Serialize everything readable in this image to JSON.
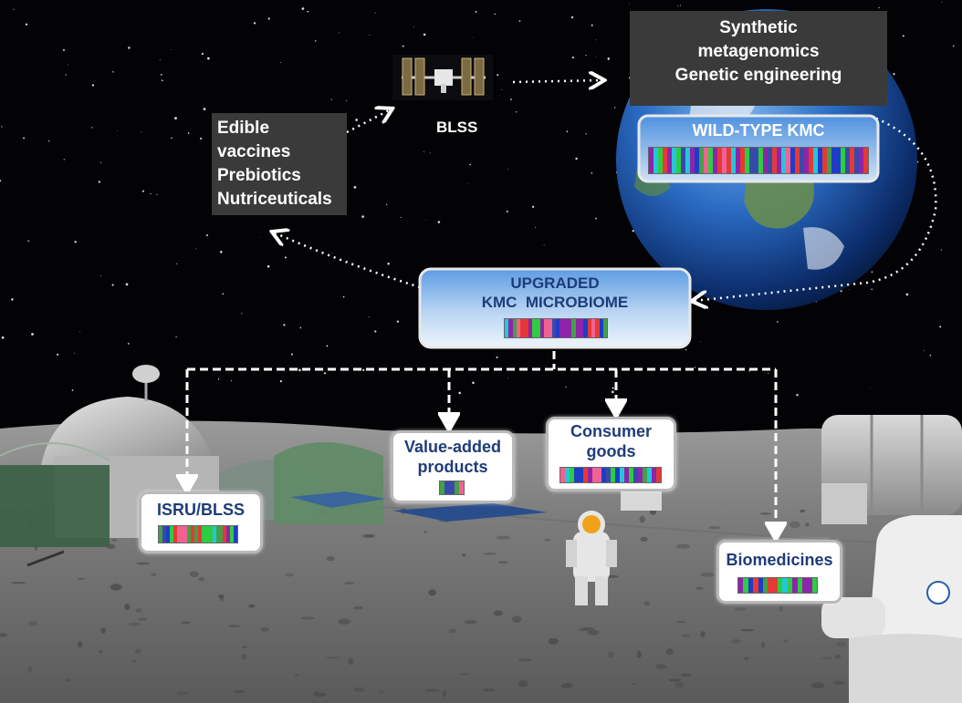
{
  "labels": {
    "bioproducts": [
      "Edible",
      "vaccines",
      "Prebiotics",
      "Nutriceuticals"
    ],
    "engineering": [
      "Synthetic",
      "metagenomics",
      "Genetic engineering"
    ],
    "blss_station": "BLSS",
    "wild_type": "WILD-TYPE KMC",
    "upgraded": [
      "UPGRADED",
      "KMC  MICROBIOME"
    ],
    "value_added": [
      "Value-added",
      "products"
    ],
    "consumer_goods": [
      "Consumer",
      "goods"
    ],
    "isru": "ISRU/BLSS",
    "biomedicines": "Biomedicines"
  },
  "icons": [
    "space-station-icon",
    "earth-icon",
    "lunar-base-icon",
    "astronaut-icon",
    "barcode-icon"
  ],
  "colors": {
    "dark_box": "#3a3a3a",
    "label_text": "#1f3c78",
    "panel_border": "#b9b9b9",
    "barcode": [
      "#2ecc40",
      "#e53935",
      "#1e3cc8",
      "#8e24aa",
      "#26c6da",
      "#f06292",
      "#43a047",
      "#3949ab"
    ]
  }
}
